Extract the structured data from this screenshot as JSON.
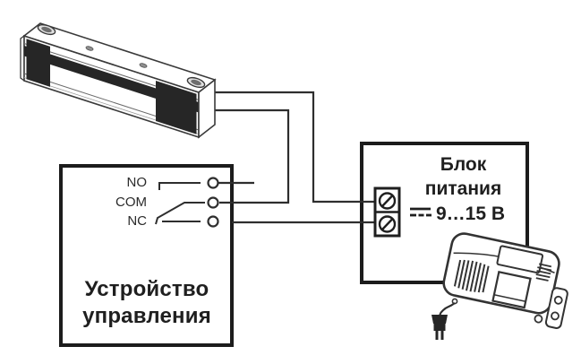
{
  "control_box": {
    "title_line1": "Устройство",
    "title_line2": "управления",
    "relay_contacts": [
      {
        "label": "NO"
      },
      {
        "label": "COM"
      },
      {
        "label": "NC"
      }
    ]
  },
  "power_box": {
    "title_line1": "Блок",
    "title_line2": "питания",
    "voltage": "9…15 В",
    "dc_symbol": "solid-over-dashed-line"
  },
  "colors": {
    "background": "#ffffff",
    "line": "#2e2e2e",
    "box_border": "#1c1c1c",
    "fill_black": "#262626"
  }
}
